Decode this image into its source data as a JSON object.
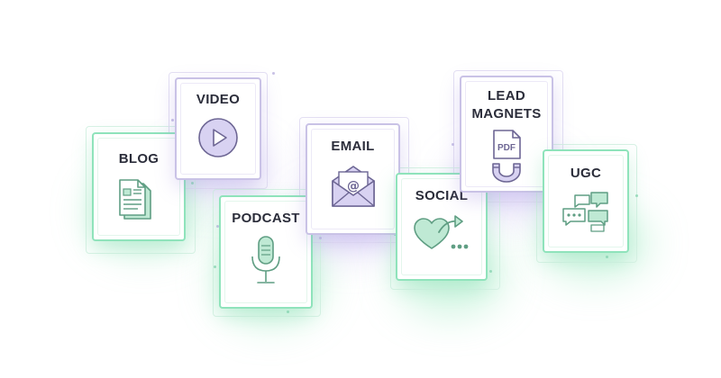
{
  "cards": {
    "blog": {
      "label": "BLOG"
    },
    "video": {
      "label": "VIDEO"
    },
    "podcast": {
      "label": "PODCAST"
    },
    "email": {
      "label": "EMAIL"
    },
    "social": {
      "label": "SOCIAL"
    },
    "lead_magnets": {
      "label_line1": "LEAD",
      "label_line2": "MAGNETS",
      "pdf_text": "PDF"
    },
    "ugc": {
      "label": "UGC"
    }
  },
  "colors": {
    "green_border": "#8fe3bb",
    "green_fill": "#bfe9d4",
    "green_stroke": "#5f9e83",
    "purple_border": "#c9c2e6",
    "purple_fill": "#d8d2f2",
    "purple_stroke": "#6d6694",
    "text": "#2b2d3a"
  }
}
